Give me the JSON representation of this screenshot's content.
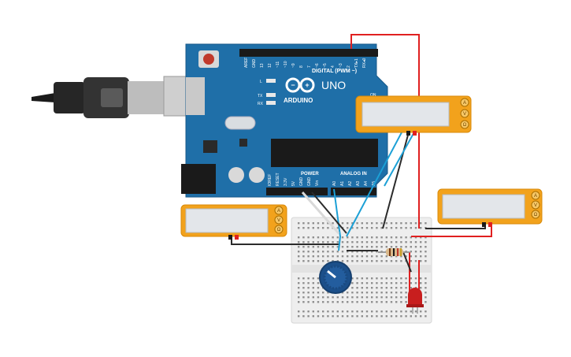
{
  "circuit": {
    "arduino": {
      "logo_text": "ARDUINO",
      "model_text": "UNO",
      "digital_header_label": "DIGITAL (PWM ~)",
      "power_label": "POWER",
      "analog_label": "ANALOG IN",
      "on_label": "ON",
      "led_labels": [
        "L",
        "TX",
        "RX"
      ],
      "digital_pins": [
        "AREF",
        "GND",
        "13",
        "12",
        "~11",
        "~10",
        "~9",
        "8",
        "7",
        "~6",
        "~5",
        "4",
        "~3",
        "2",
        "TX▸1",
        "RX◂0"
      ],
      "power_pins": [
        "IOREF",
        "RESET",
        "3.3V",
        "5V",
        "GND",
        "GND",
        "Vin"
      ],
      "analog_pins": [
        "A0",
        "A1",
        "A2",
        "A3",
        "A4",
        "A5"
      ]
    },
    "multimeters": [
      {
        "id": "multimeter-top-right",
        "terminals": [
          "A",
          "V",
          "Ω"
        ]
      },
      {
        "id": "multimeter-right",
        "terminals": [
          "A",
          "V",
          "Ω"
        ]
      },
      {
        "id": "multimeter-left",
        "terminals": [
          "A",
          "V",
          "Ω"
        ]
      }
    ],
    "colors": {
      "board": "#1f6fa8",
      "multimeter_body": "#f2a21c",
      "display": "#e3e6ea",
      "breadboard": "#eeeeee",
      "wire_red": "#e02020",
      "wire_black": "#2b2b2b",
      "wire_blue": "#1ca0d6",
      "wire_white": "#f4f4f4",
      "led": "#c81e1e",
      "potentiometer": "#1b4f8a"
    }
  }
}
